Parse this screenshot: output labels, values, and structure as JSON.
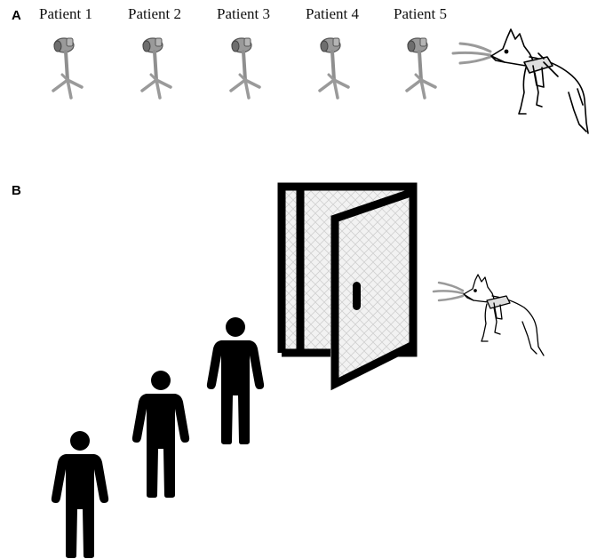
{
  "panels": {
    "a": {
      "letter": "A"
    },
    "b": {
      "letter": "B"
    }
  },
  "patients": [
    {
      "label": "Patient 1"
    },
    {
      "label": "Patient 2"
    },
    {
      "label": "Patient 3"
    },
    {
      "label": "Patient 4"
    },
    {
      "label": "Patient 5"
    }
  ],
  "icons": {
    "sample_stand": "sample-stand-icon",
    "dog": "detection-dog-icon",
    "sniff": "sniff-lines-icon",
    "door": "door-icon",
    "person": "person-icon"
  },
  "colors": {
    "ink": "#000000",
    "stand_grey": "#8a8a8a",
    "sniff_grey": "#9a9a9a",
    "door_fill": "#eaeaea"
  }
}
